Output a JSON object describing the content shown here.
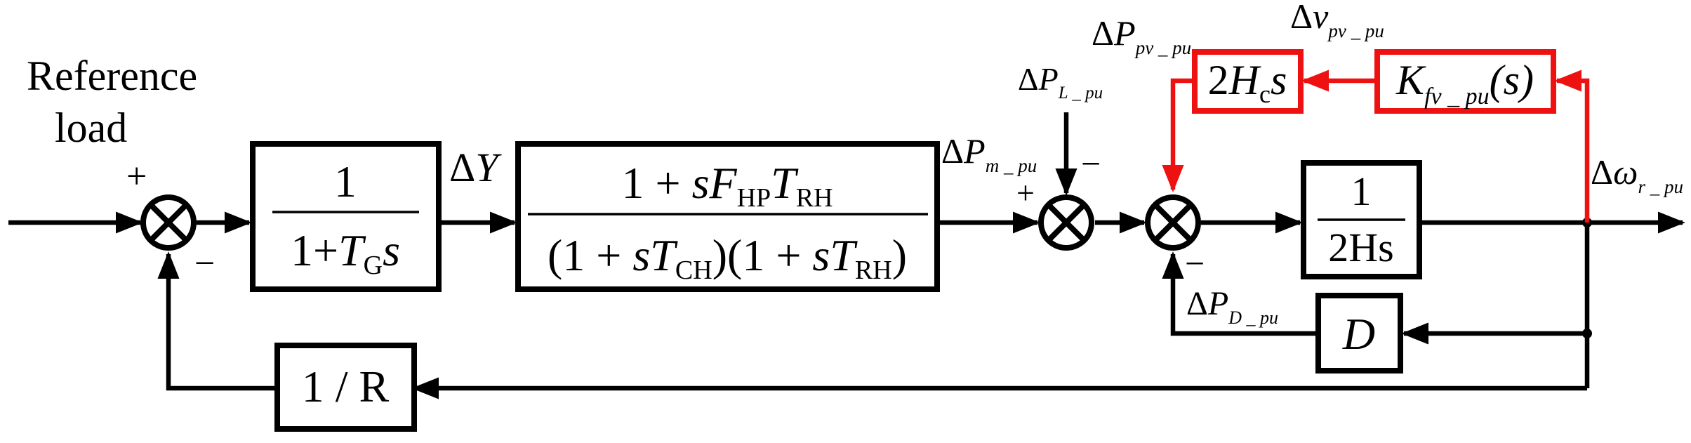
{
  "reference": {
    "line1": "Reference",
    "line2": "load"
  },
  "signs": {
    "plus": "+",
    "minus": "−"
  },
  "delta": "Δ",
  "governor": {
    "num": "1",
    "den_a": "1+",
    "den_b": "T",
    "den_sub": "G",
    "den_c": "s"
  },
  "dY": "Y",
  "turbine": {
    "num_a": "1 + ",
    "num_b": "sF",
    "num_sub1": "HP",
    "num_c": "T",
    "num_sub2": "RH",
    "den_a": "(1 + ",
    "den_b": "sT",
    "den_sub1": "CH",
    "den_c": ")(1 + ",
    "den_d": "sT",
    "den_sub2": "RH",
    "den_e": ")"
  },
  "signals": {
    "pm": {
      "main": "P",
      "sub": "m _ pu"
    },
    "pl": {
      "main": "P",
      "sub": "L _ pu"
    },
    "ppv": {
      "main": "P",
      "sub": "pv _ pu"
    },
    "vpv": {
      "main": "v",
      "sub": "pv _ pu"
    },
    "omega": {
      "main": "ω",
      "sub": "r _ pu"
    },
    "pd": {
      "main": "P",
      "sub": "D _ pu"
    }
  },
  "inertia": {
    "num": "1",
    "den": "2Hs"
  },
  "droop": "1 / R",
  "damping": "D",
  "virtual": {
    "a": "2",
    "b": "H",
    "sub": "c",
    "c": "s"
  },
  "controller": {
    "a": "K",
    "sub": "fv _ pu",
    "c": "(s)"
  },
  "colors": {
    "line": "#000000",
    "highlight": "#ee1111",
    "background": "#ffffff"
  }
}
